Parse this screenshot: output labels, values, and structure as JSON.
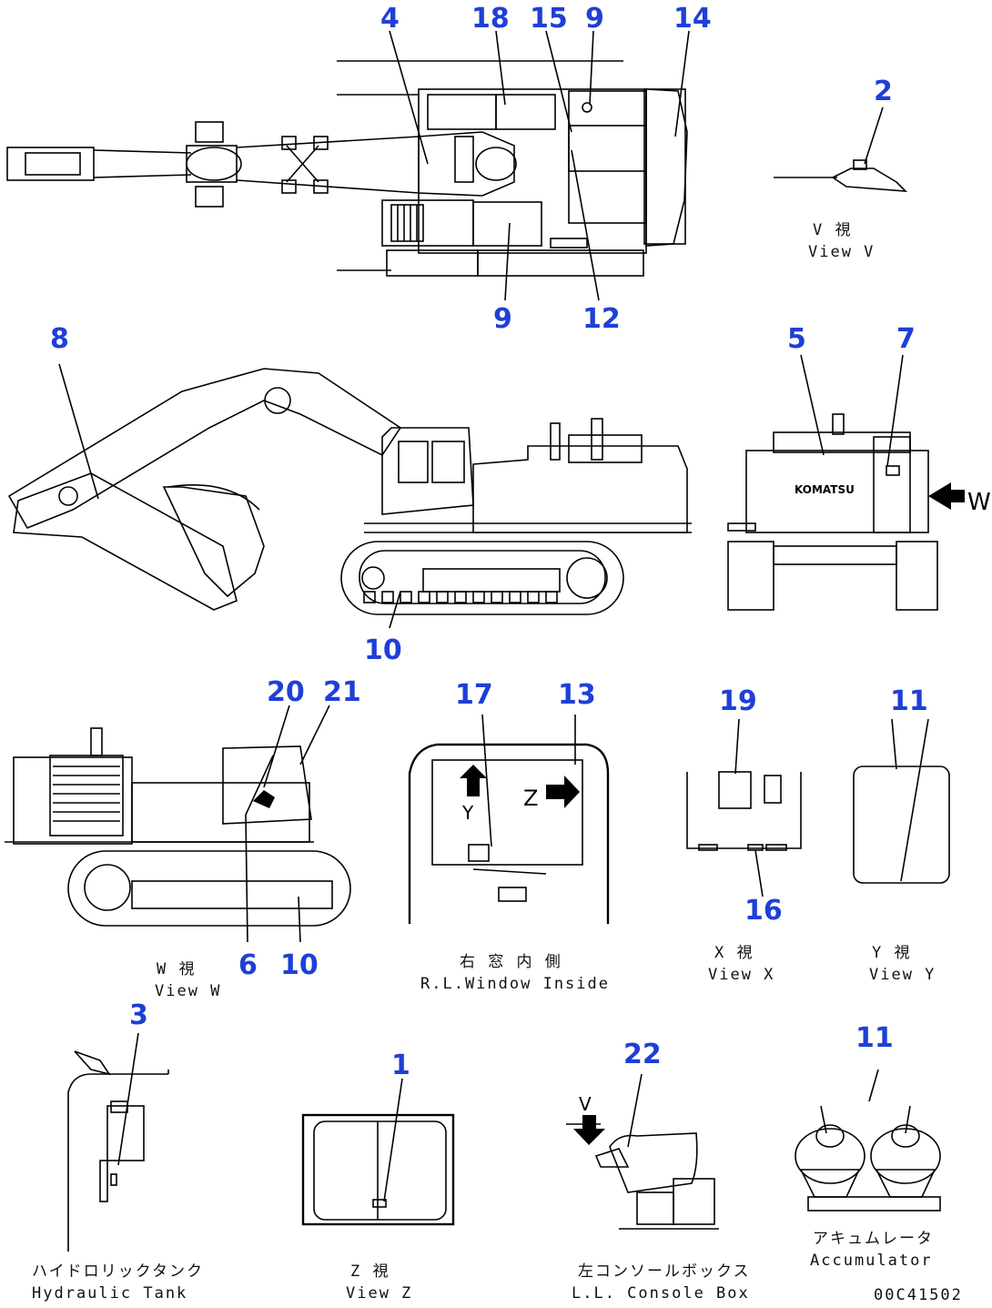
{
  "callouts": {
    "c4": "4",
    "c18": "18",
    "c15": "15",
    "c9a": "9",
    "c14": "14",
    "c2": "2",
    "c9b": "9",
    "c12": "12",
    "c8": "8",
    "c5": "5",
    "c7": "7",
    "c10a": "10",
    "c20": "20",
    "c21": "21",
    "c17": "17",
    "c13": "13",
    "c19": "19",
    "c11a": "11",
    "c16": "16",
    "c6": "6",
    "c10b": "10",
    "c3": "3",
    "c1": "1",
    "c22": "22",
    "c11b": "11"
  },
  "captions": {
    "view_v_jp": "V  視",
    "view_v_en": "View V",
    "view_w_jp": "W  視",
    "view_w_en": "View W",
    "rl_window_jp": "右 窓 内 側",
    "rl_window_en": "R.L.Window Inside",
    "view_x_jp": "X  視",
    "view_x_en": "View X",
    "view_y_jp": "Y  視",
    "view_y_en": "View Y",
    "hyd_tank_jp": "ハイドロリックタンク",
    "hyd_tank_en": "Hydraulic Tank",
    "view_z_jp": "Z  視",
    "view_z_en": "View Z",
    "console_jp": "左コンソールボックス",
    "console_en": "L.L. Console Box",
    "accum_jp": "アキュムレータ",
    "accum_en": "Accumulator"
  },
  "labels": {
    "brand": "KOMATSU",
    "arrow_w": "W",
    "arrow_y": "Y",
    "arrow_z": "Z",
    "arrow_v": "V"
  },
  "drawing_code": "00C41502",
  "colors": {
    "callout": "#1f3fd6",
    "line": "#000000"
  }
}
